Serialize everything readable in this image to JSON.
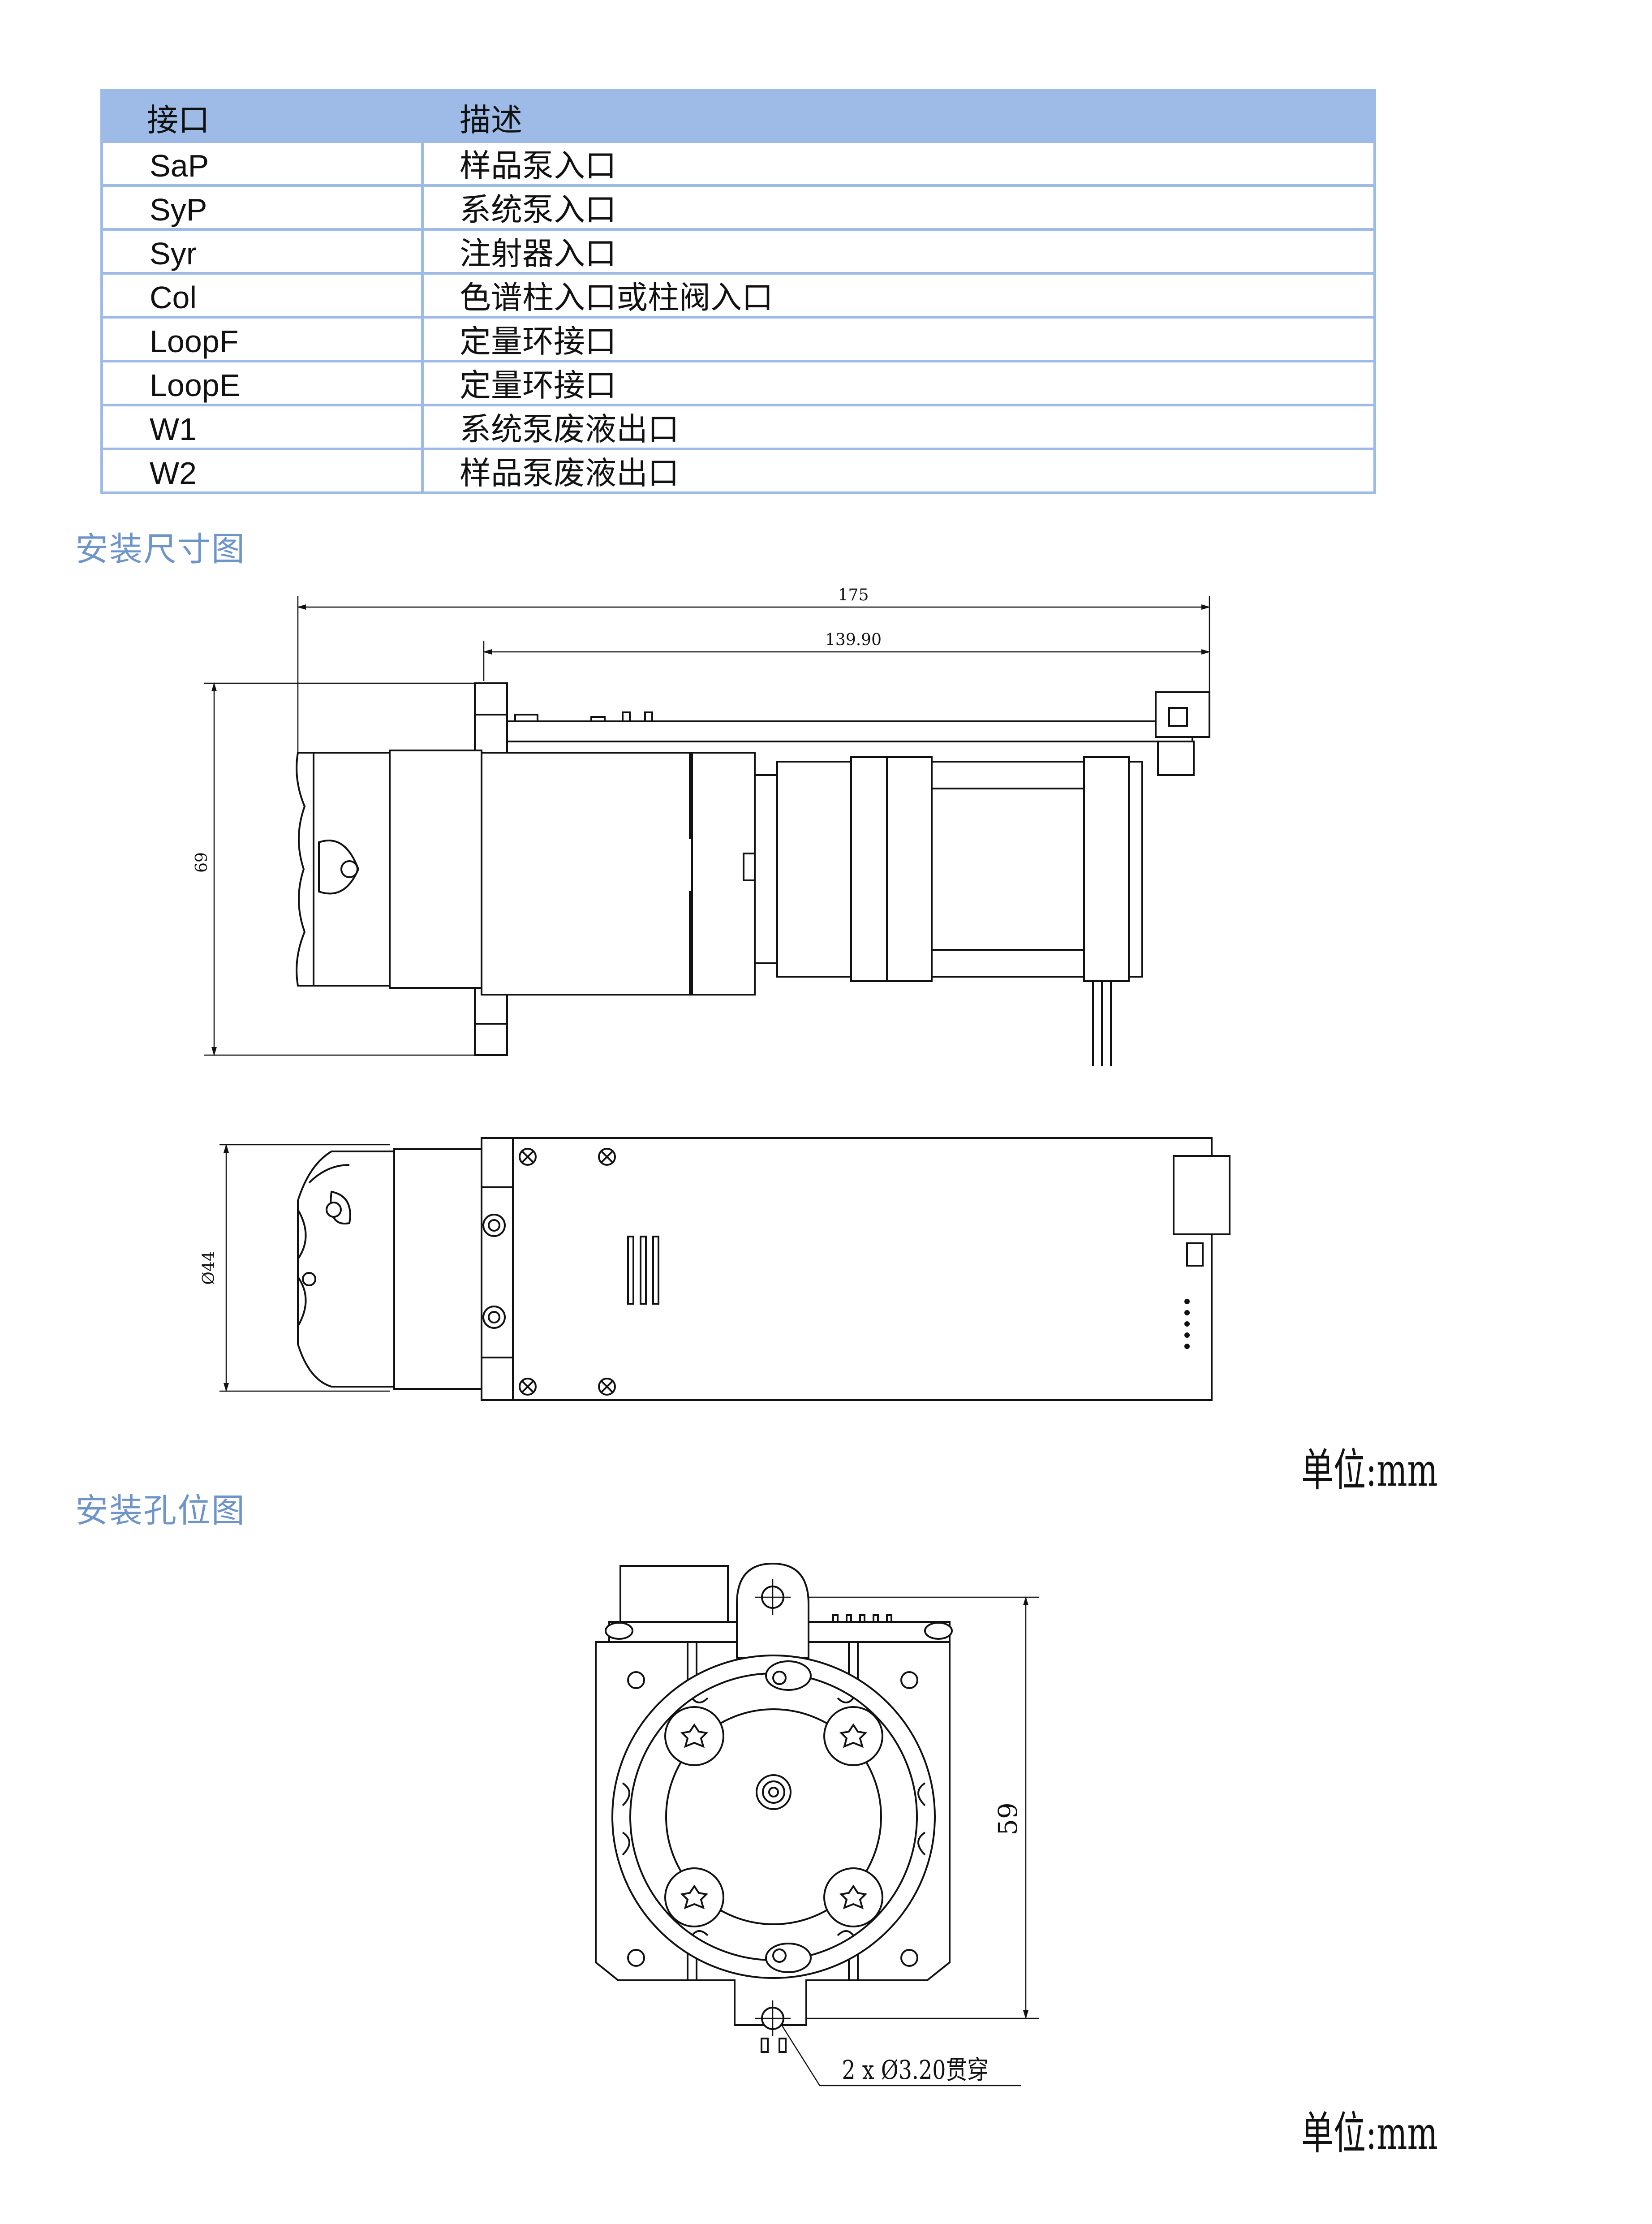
{
  "table": {
    "headers": [
      "接口",
      "描述"
    ],
    "rows": [
      {
        "port": "SaP",
        "desc": "样品泵入口"
      },
      {
        "port": "SyP",
        "desc": "系统泵入口"
      },
      {
        "port": "Syr",
        "desc": "注射器入口"
      },
      {
        "port": "Col",
        "desc": "色谱柱入口或柱阀入口"
      },
      {
        "port": "LoopF",
        "desc": "定量环接口"
      },
      {
        "port": "LoopE",
        "desc": "定量环接口"
      },
      {
        "port": "W1",
        "desc": "系统泵废液出口"
      },
      {
        "port": "W2",
        "desc": "样品泵废液出口"
      }
    ]
  },
  "sections": {
    "install_dimensions": "安装尺寸图",
    "install_holes": "安装孔位图"
  },
  "dimensions": {
    "overall_length": "175",
    "board_length": "139.90",
    "height": "69",
    "diameter": "Ø44",
    "hole_spacing": "59",
    "hole_note": "2 x  Ø3.20贯穿"
  },
  "unit_label": "单位:mm"
}
